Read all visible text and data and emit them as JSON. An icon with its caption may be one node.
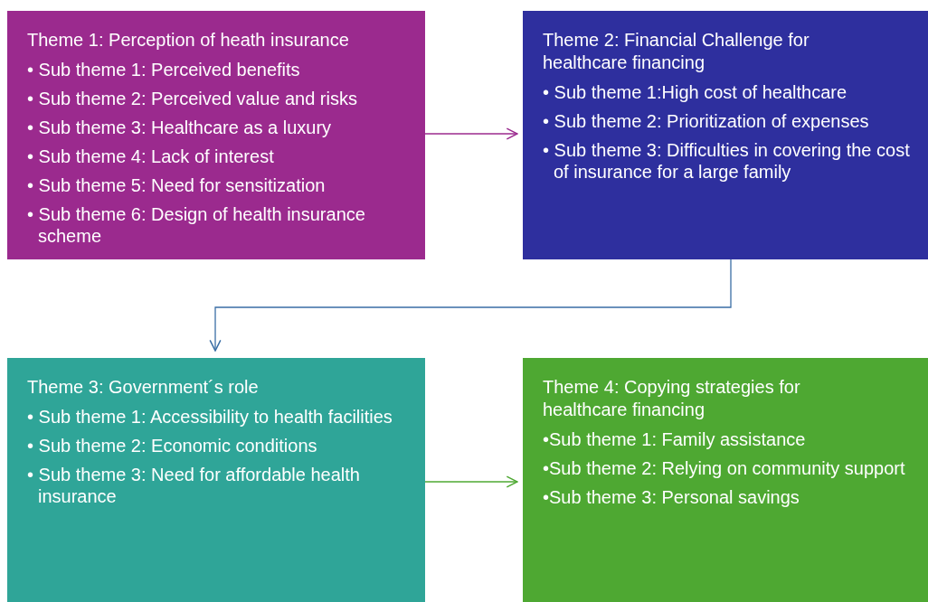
{
  "diagram": {
    "nodes": [
      {
        "text": [
          "Theme 1: Perception of heath insurance",
          "• Sub theme 1: Perceived benefits",
          "• Sub theme 2: Perceived value and risks",
          "• Sub theme 3: Healthcare as a luxury",
          "• Sub theme 4: Lack of interest",
          "• Sub theme 5: Need for sensitization",
          "• Sub theme 6:  Design of health insurance scheme"
        ]
      },
      {
        "text": [
          "Theme 2: Financial Challenge for healthcare financing",
          "• Sub theme 1:High cost of healthcare",
          "• Sub theme 2: Prioritization of expenses",
          "• Sub theme 3: Difficulties in covering the cost of insurance for a large family"
        ]
      },
      {
        "text": [
          "Theme 3: Government´s role",
          "• Sub theme 1: Accessibility to health facilities",
          "• Sub theme 2: Economic conditions",
          "• Sub theme 3: Need for affordable health insurance"
        ]
      },
      {
        "text": [
          "Theme 4: Copying strategies for healthcare financing",
          "•Sub theme 1: Family assistance",
          "•Sub theme 2: Relying on community support",
          "•Sub theme 3: Personal savings"
        ]
      }
    ],
    "edges": [
      {
        "from": 0,
        "to": 1,
        "arrow": "to",
        "color": "#9b2a8e"
      },
      {
        "from": 1,
        "to": 2,
        "arrow": "to",
        "color": "#3a6ea5"
      },
      {
        "from": 2,
        "to": 3,
        "arrow": "to",
        "color": "#4ea832"
      }
    ]
  }
}
